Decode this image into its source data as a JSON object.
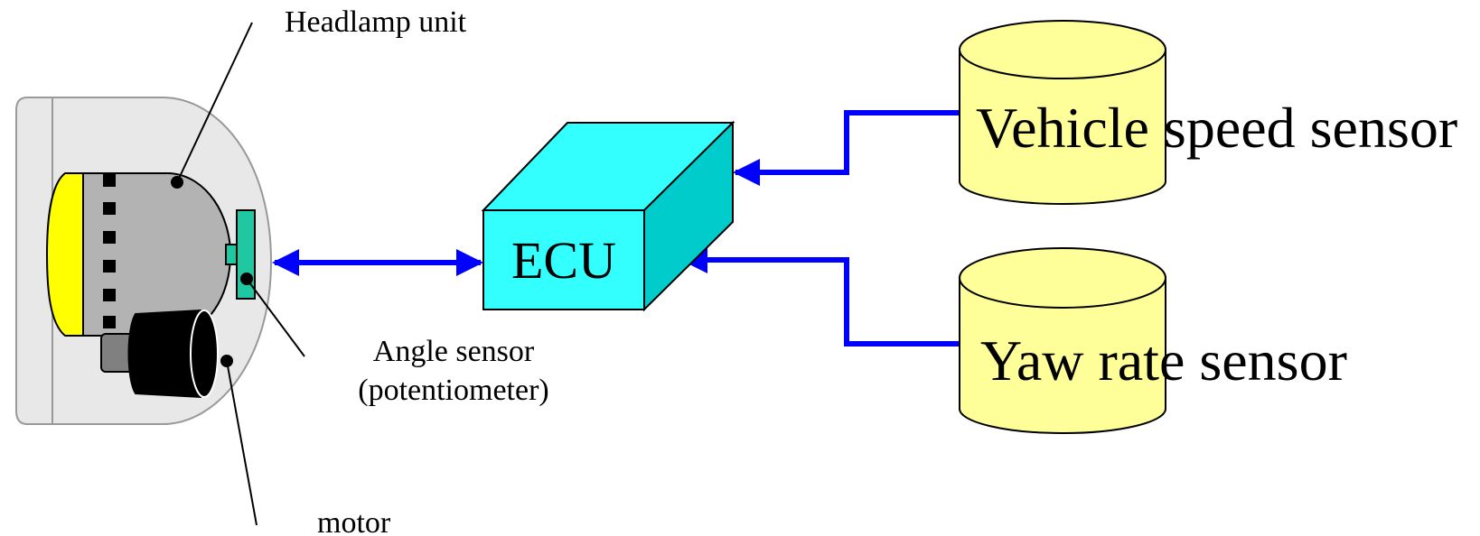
{
  "labels": {
    "headlamp_unit": "Headlamp unit",
    "angle_sensor_line1": "Angle sensor",
    "angle_sensor_line2": "(potentiometer)",
    "motor": "motor",
    "ecu": "ECU",
    "vehicle_speed_sensor": "Vehicle speed sensor",
    "yaw_rate_sensor": "Yaw rate sensor"
  },
  "colors": {
    "housing": "#e8e8e8",
    "lamp_body": "#b3b3b3",
    "lens": "#ffff00",
    "angle_sensor": "#1fc8a0",
    "motor_body": "#000000",
    "motor_shaft": "#808080",
    "ecu_front": "#33ffff",
    "ecu_top": "#33ffff",
    "ecu_side": "#00cccc",
    "sensor_cylinder": "#ffff99",
    "signal_line": "#0000ff"
  }
}
